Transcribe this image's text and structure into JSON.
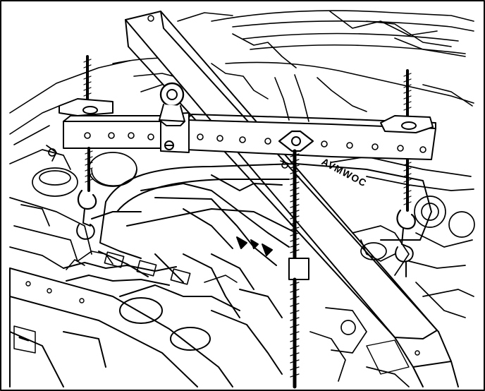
{
  "illustration": {
    "style": "black line art on white",
    "colors": {
      "line": "#000000",
      "paper": "#ffffff"
    }
  },
  "engine_lettering": [
    "A",
    "V",
    "M",
    "W",
    "O",
    "C"
  ]
}
